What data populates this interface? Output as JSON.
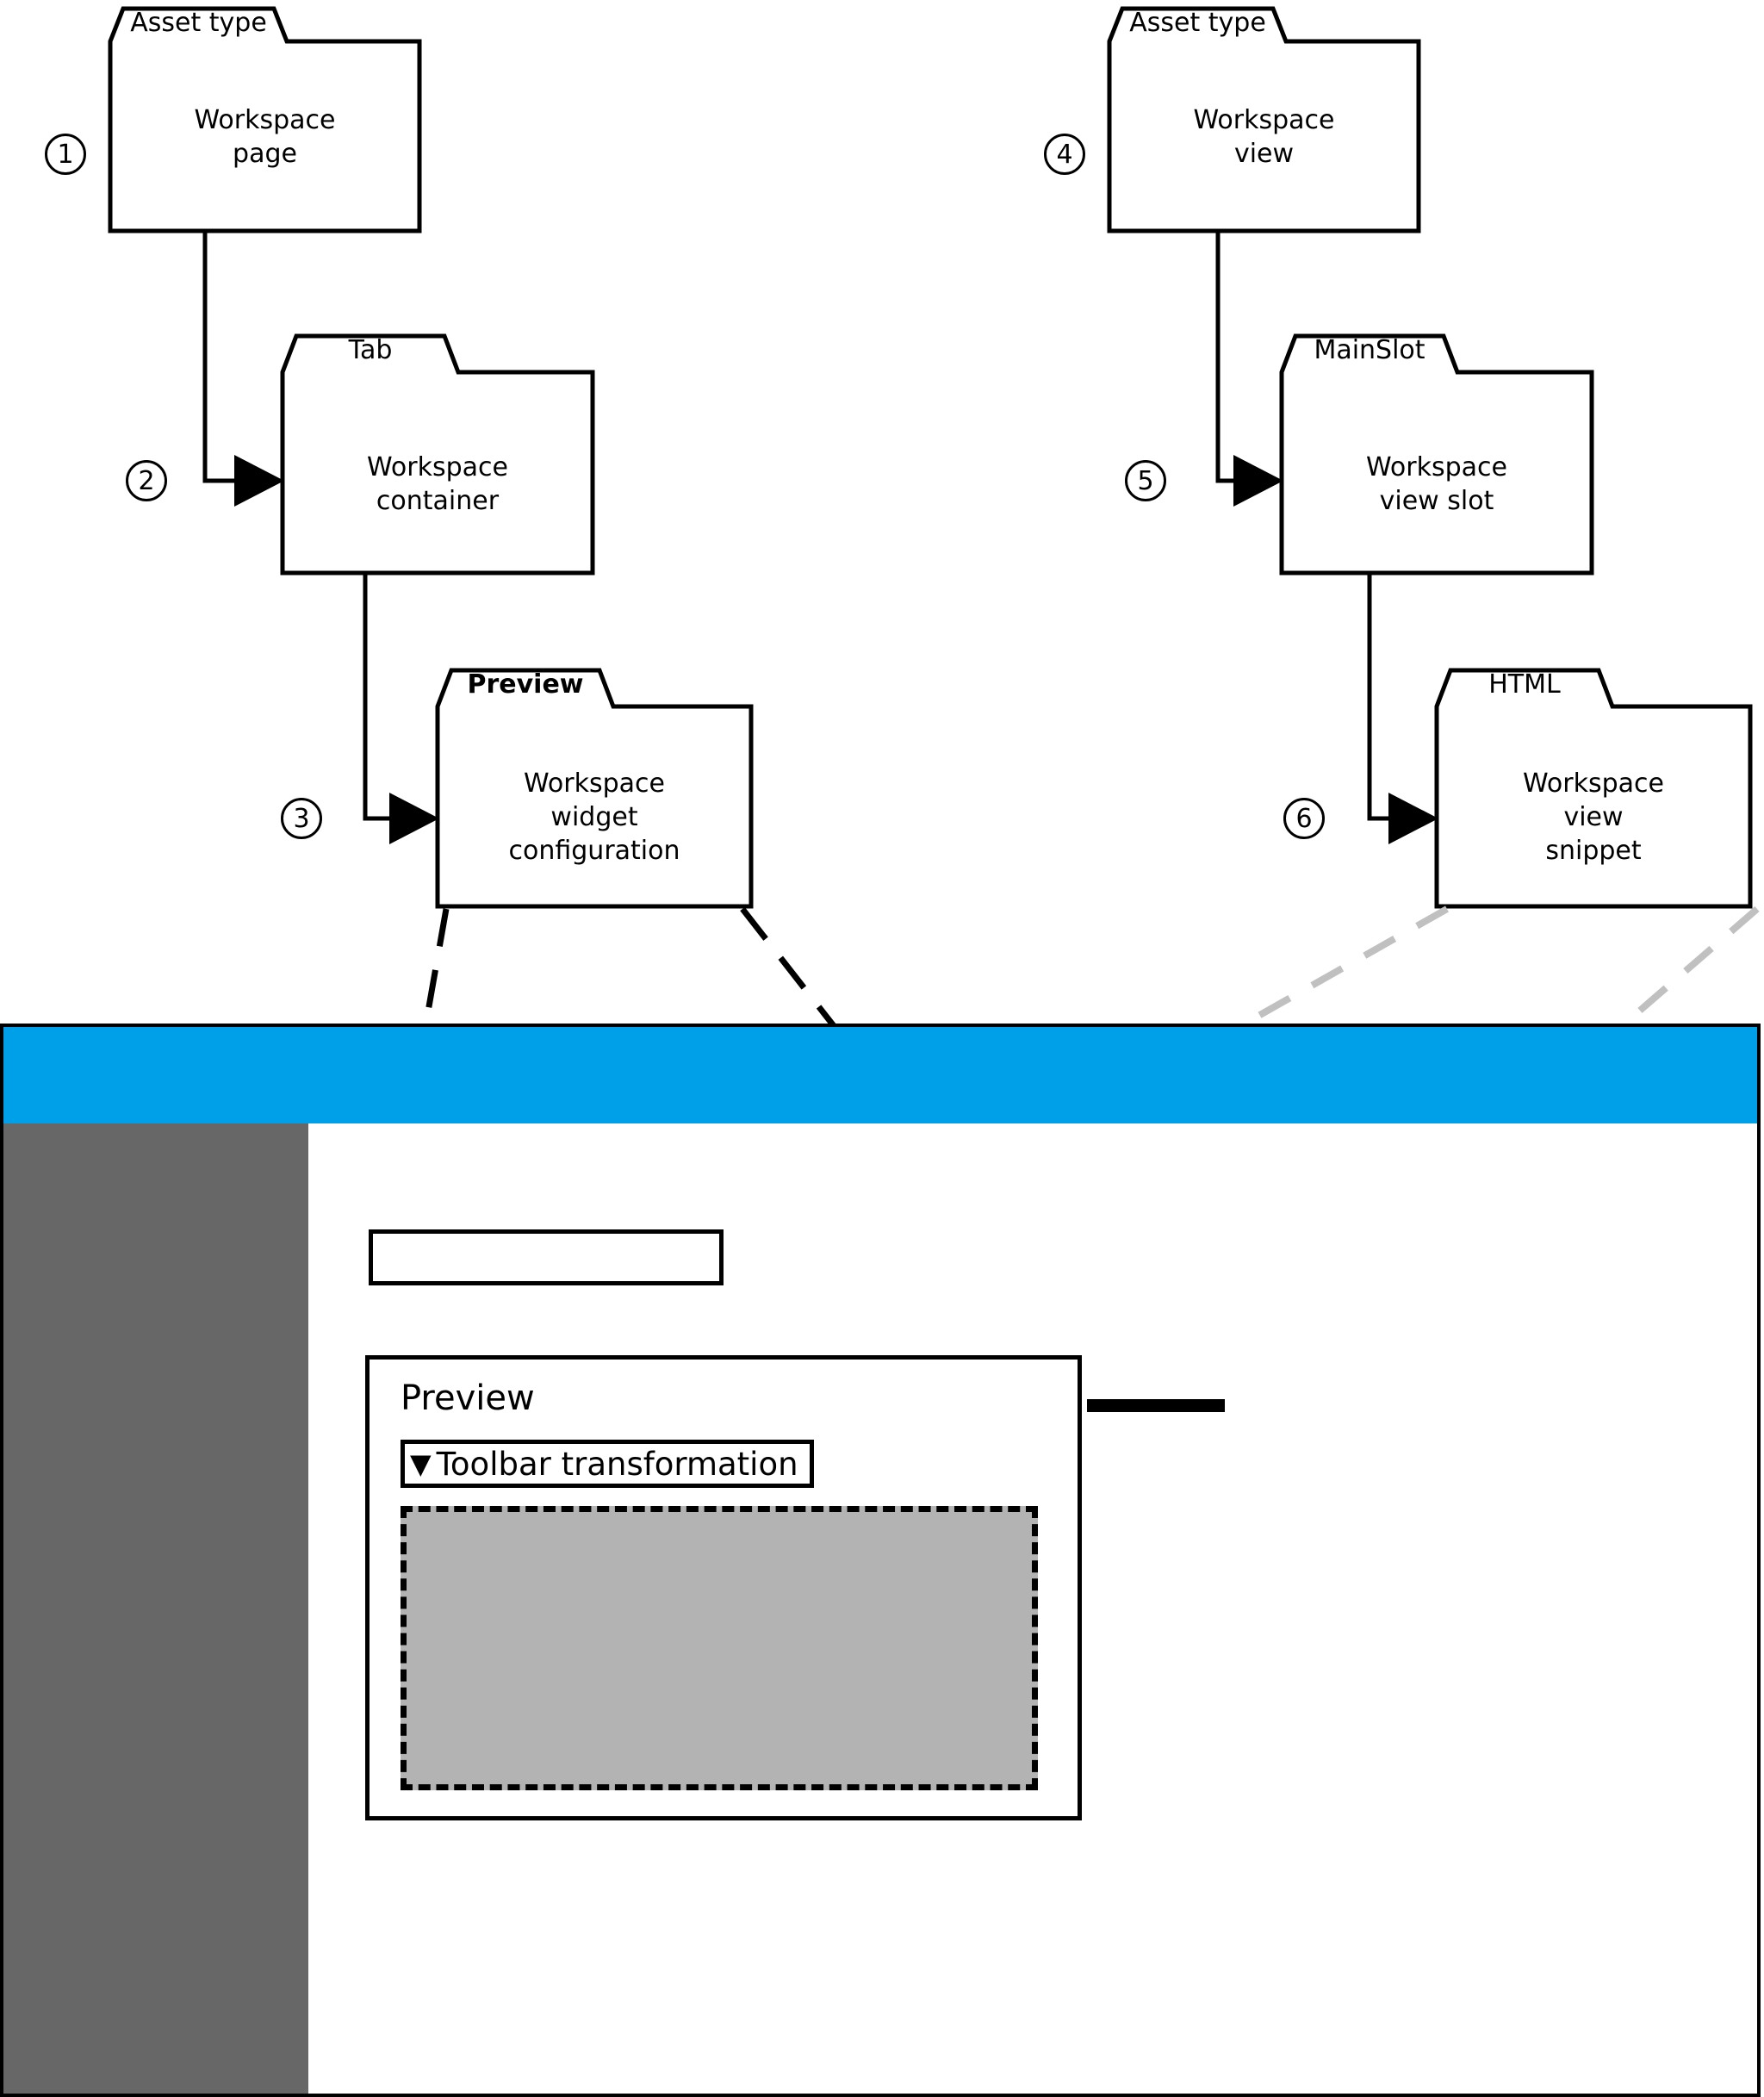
{
  "diagram": {
    "title_hidden": "",
    "nodes": [
      {
        "id": "workspace-page",
        "tab": "Asset type",
        "tab_bold": false,
        "lines": [
          "Workspace",
          "page"
        ]
      },
      {
        "id": "workspace-container",
        "tab": "Tab",
        "tab_bold": false,
        "lines": [
          "Workspace",
          "container"
        ]
      },
      {
        "id": "widget-configuration",
        "tab": "Preview",
        "tab_bold": true,
        "lines": [
          "Workspace",
          "widget",
          "configuration"
        ]
      },
      {
        "id": "workspace-view",
        "tab": "Asset type",
        "tab_bold": false,
        "lines": [
          "Workspace",
          "view"
        ]
      },
      {
        "id": "workspace-view-slot",
        "tab": "MainSlot",
        "tab_bold": false,
        "lines": [
          "Workspace",
          "view slot"
        ]
      },
      {
        "id": "workspace-view-snippet",
        "tab": "HTML",
        "tab_bold": false,
        "lines": [
          "Workspace",
          "view",
          "snippet"
        ]
      }
    ],
    "steps": [
      "1",
      "2",
      "3",
      "4",
      "5",
      "6"
    ]
  },
  "mock": {
    "topbar_color": "#00a0e9",
    "sidebar_color": "#676767",
    "widget_fill_color": "#b3b3b3",
    "preview_panel": {
      "title": "Preview",
      "toolbar_select": {
        "caret": "▼",
        "label": "Toolbar transformation"
      }
    },
    "tabs": {
      "active_label": "",
      "inactive_labels": [
        "",
        "",
        "",
        ""
      ]
    },
    "search_value": ""
  }
}
